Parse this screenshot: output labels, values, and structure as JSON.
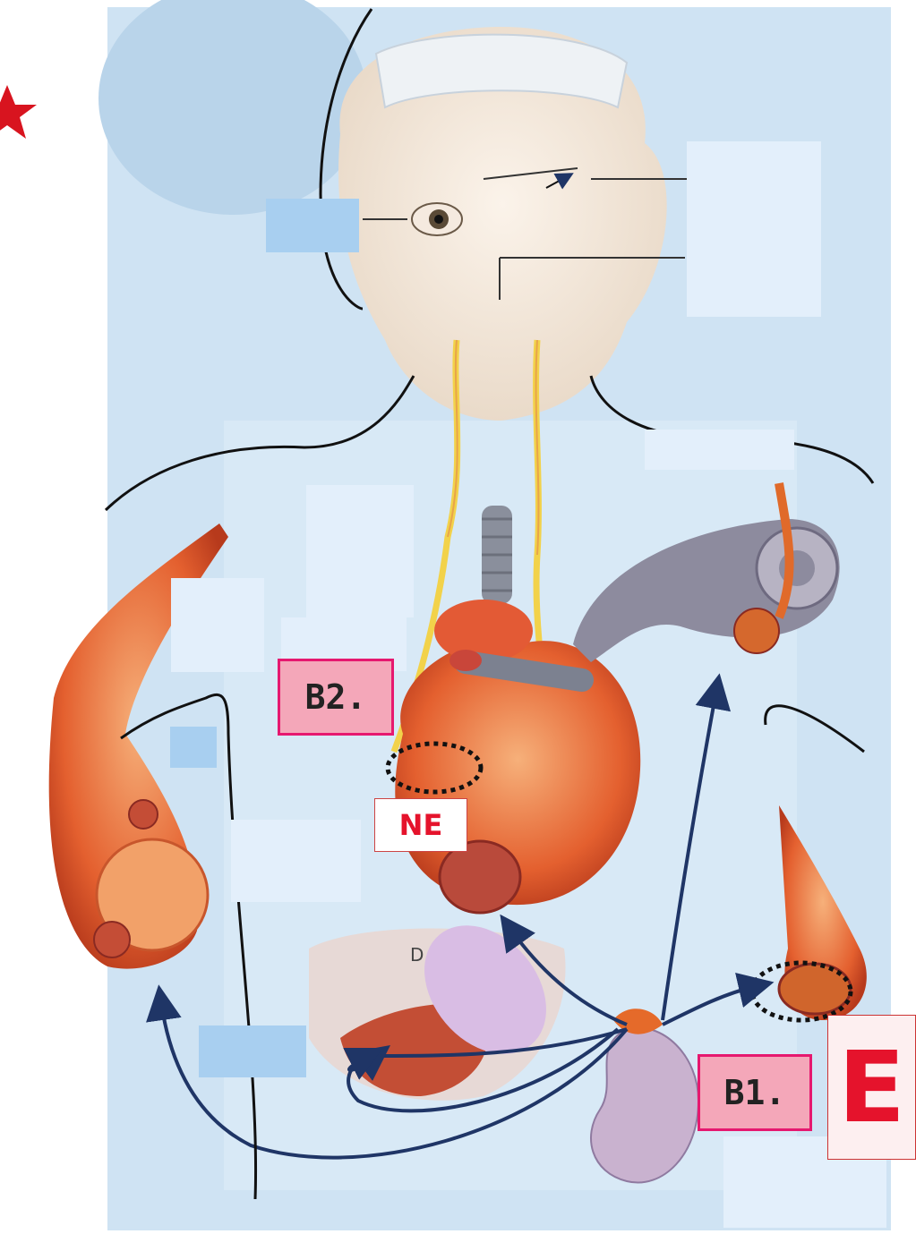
{
  "labels": {
    "b2": "B2.",
    "b1": "B1.",
    "ne": "NE",
    "e": "E",
    "d": "D"
  },
  "colors": {
    "background_blue": "#cfe3f3",
    "label_pink": "#f4a7b9",
    "label_border": "#e6186f",
    "accent_red": "#e5132c",
    "arrow_navy": "#1f3566",
    "outline_black": "#111111",
    "tissue_orange": "#e8673a",
    "kidney_lavender": "#c9b2cf",
    "blob_lilac": "#d9bde4"
  },
  "icons": [
    "star-icon"
  ]
}
